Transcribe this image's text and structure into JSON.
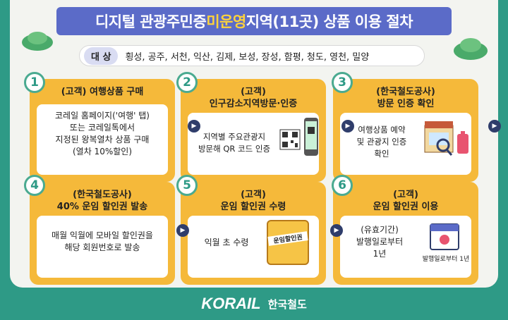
{
  "title": {
    "part1": "디지털 관광주민증 ",
    "highlight": "미운영",
    "part2": " 지역(11곳) 상품 이용 절차"
  },
  "target": {
    "label": "대 상",
    "regions": "횡성, 공주, 서천, 익산, 김제, 보성, 장성, 함평, 청도, 영천, 밀양"
  },
  "steps": [
    {
      "num": "1",
      "head1": "(고객) 여행상품 구매",
      "head2": "",
      "body": [
        "코레일 홈페이지('여행' 탭)",
        "또는 코레일톡에서",
        "지정된 왕복열차 상품 구매",
        "(열차 10%할인)"
      ]
    },
    {
      "num": "2",
      "head1": "(고객)",
      "head2": "인구감소지역방문·인증",
      "body": [
        "지역별 주요관광지",
        "방문해 QR 코드 인증"
      ]
    },
    {
      "num": "3",
      "head1": "(한국철도공사)",
      "head2": "방문 인증 확인",
      "body": [
        "여행상품 예약",
        "및 관광지 인증",
        "확인"
      ]
    },
    {
      "num": "4",
      "head1": "(한국철도공사)",
      "head2": "40% 운임 할인권 발송",
      "body": [
        "매월 익월에 모바일 할인권을",
        "해당 회원번호로 발송"
      ]
    },
    {
      "num": "5",
      "head1": "(고객)",
      "head2": "운임 할인권 수령",
      "body": [
        "익월 초 수령"
      ],
      "coupon": "운임할인권"
    },
    {
      "num": "6",
      "head1": "(고객)",
      "head2": "운임 할인권 이용",
      "body": [
        "(유효기간)",
        "발행일로부터",
        "1년"
      ],
      "calendar_caption": "발행일로부터 1년"
    }
  ],
  "footer": {
    "brand": "KORAIL",
    "brand_kr": "한국철도"
  },
  "colors": {
    "background": "#2e9a86",
    "title_bg": "#5b6bc8",
    "highlight": "#ffd33a",
    "card": "#f5b93a",
    "number_ring": "#4aaa90",
    "arrow": "#2f3d6b"
  }
}
